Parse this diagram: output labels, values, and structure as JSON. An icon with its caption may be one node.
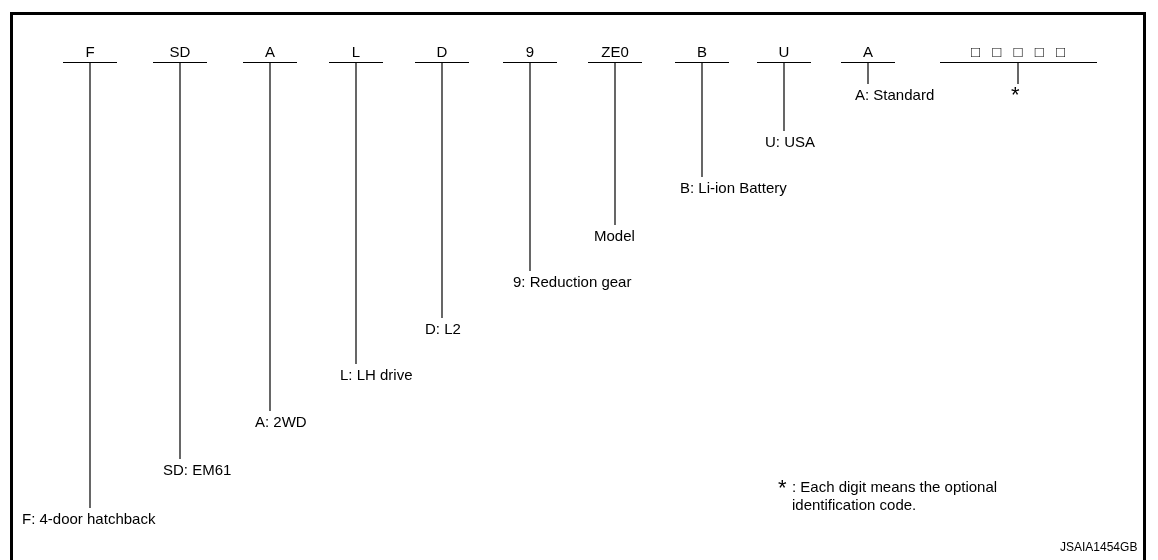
{
  "diagram": {
    "nodes": [
      {
        "text": [
          "F"
        ]
      },
      {
        "text": [
          "SD"
        ]
      },
      {
        "text": [
          "A"
        ]
      },
      {
        "text": [
          "L"
        ]
      },
      {
        "text": [
          "D"
        ]
      },
      {
        "text": [
          "9"
        ]
      },
      {
        "text": [
          "ZE0"
        ]
      },
      {
        "text": [
          "B"
        ]
      },
      {
        "text": [
          "U"
        ]
      },
      {
        "text": [
          "A"
        ]
      },
      {
        "text": [
          "□ □ □ □ □"
        ]
      },
      {
        "text": [
          "F: 4-door hatchback"
        ]
      },
      {
        "text": [
          "SD: EM61"
        ]
      },
      {
        "text": [
          "A: 2WD"
        ]
      },
      {
        "text": [
          "L: LH drive"
        ]
      },
      {
        "text": [
          "D: L2"
        ]
      },
      {
        "text": [
          "9: Reduction gear"
        ]
      },
      {
        "text": [
          "Model"
        ]
      },
      {
        "text": [
          "B: Li-ion Battery"
        ]
      },
      {
        "text": [
          "U: USA"
        ]
      },
      {
        "text": [
          "A: Standard"
        ]
      },
      {
        "text": [
          "*"
        ]
      }
    ],
    "edges": [
      {
        "from": 0,
        "to": 11,
        "arrow": "none"
      },
      {
        "from": 1,
        "to": 12,
        "arrow": "none"
      },
      {
        "from": 2,
        "to": 13,
        "arrow": "none"
      },
      {
        "from": 3,
        "to": 14,
        "arrow": "none"
      },
      {
        "from": 4,
        "to": 15,
        "arrow": "none"
      },
      {
        "from": 5,
        "to": 16,
        "arrow": "none"
      },
      {
        "from": 6,
        "to": 17,
        "arrow": "none"
      },
      {
        "from": 7,
        "to": 18,
        "arrow": "none"
      },
      {
        "from": 8,
        "to": 19,
        "arrow": "none"
      },
      {
        "from": 9,
        "to": 20,
        "arrow": "none"
      },
      {
        "from": 10,
        "to": 21,
        "arrow": "none"
      }
    ],
    "labels": [
      "*",
      ": Each digit means the optional identification code.",
      "JSAIA1454GB"
    ]
  }
}
